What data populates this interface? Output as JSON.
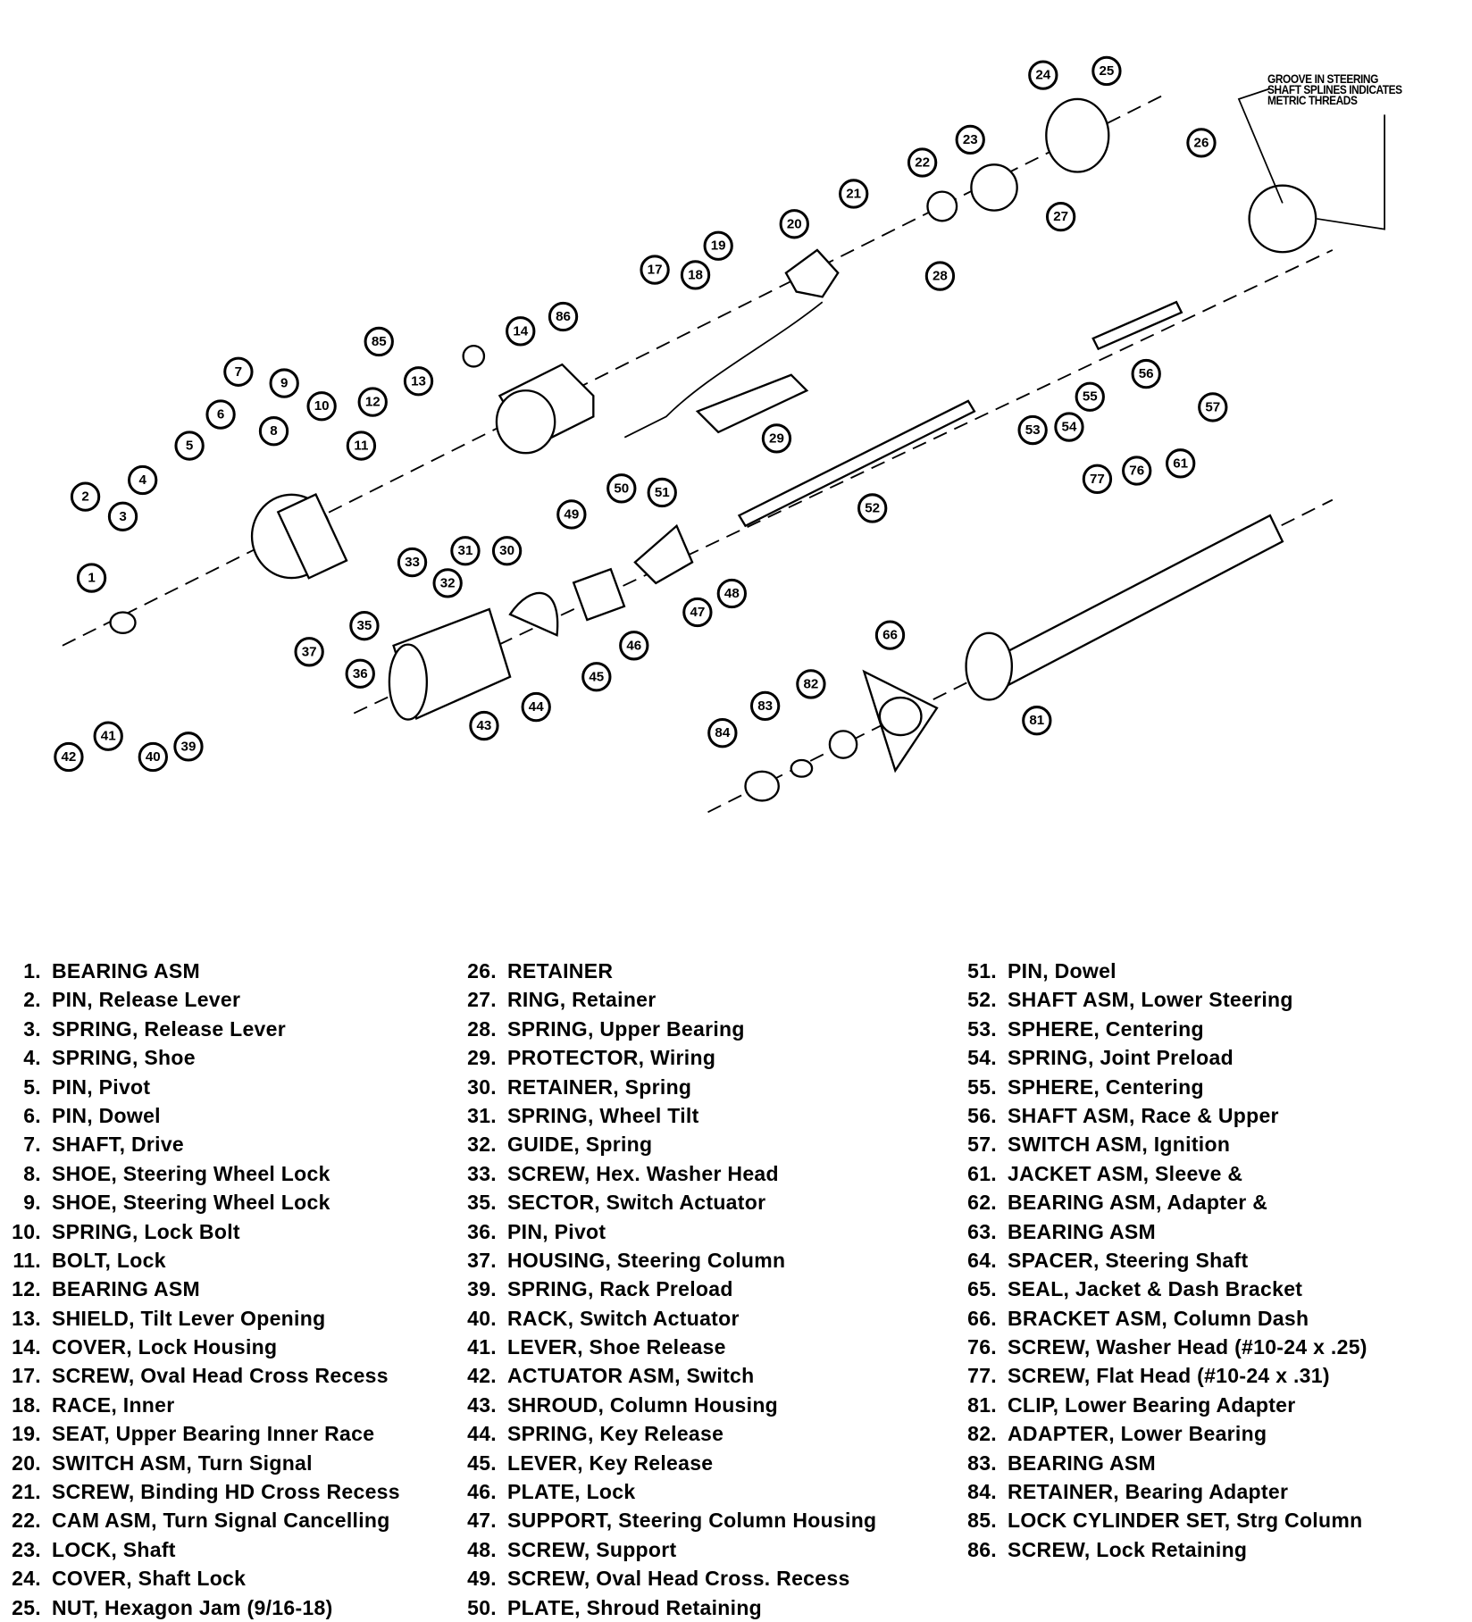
{
  "note": [
    "GROOVE IN STEERING",
    "SHAFT SPLINES INDICATES",
    "METRIC THREADS"
  ],
  "callouts": [
    "1",
    "2",
    "3",
    "4",
    "5",
    "6",
    "7",
    "8",
    "9",
    "10",
    "11",
    "12",
    "13",
    "14",
    "85",
    "86",
    "17",
    "18",
    "19",
    "20",
    "21",
    "22",
    "23",
    "24",
    "25",
    "26",
    "27",
    "28",
    "29",
    "30",
    "31",
    "32",
    "33",
    "35",
    "36",
    "37",
    "39",
    "40",
    "41",
    "42",
    "43",
    "44",
    "45",
    "46",
    "47",
    "48",
    "49",
    "50",
    "51",
    "52",
    "53",
    "54",
    "55",
    "56",
    "57",
    "61",
    "76",
    "77",
    "66",
    "81",
    "82",
    "83",
    "84"
  ],
  "legend": [
    [
      {
        "n": "1.",
        "t": "BEARING ASM"
      },
      {
        "n": "2.",
        "t": "PIN, Release Lever"
      },
      {
        "n": "3.",
        "t": "SPRING, Release  Lever"
      },
      {
        "n": "4.",
        "t": "SPRING, Shoe"
      },
      {
        "n": "5.",
        "t": "PIN, Pivot"
      },
      {
        "n": "6.",
        "t": "PIN, Dowel"
      },
      {
        "n": "7.",
        "t": "SHAFT, Drive"
      },
      {
        "n": "8.",
        "t": "SHOE, Steering Wheel Lock"
      },
      {
        "n": "9.",
        "t": "SHOE, Steering Wheel Lock"
      },
      {
        "n": "10.",
        "t": "SPRING, Lock Bolt"
      },
      {
        "n": "11.",
        "t": "BOLT, Lock"
      },
      {
        "n": "12.",
        "t": "BEARING ASM"
      },
      {
        "n": "13.",
        "t": "SHIELD, Tilt Lever Opening"
      },
      {
        "n": "14.",
        "t": "COVER, Lock Housing"
      },
      {
        "n": "17.",
        "t": "SCREW, Oval Head Cross Recess"
      },
      {
        "n": "18.",
        "t": "RACE, Inner"
      },
      {
        "n": "19.",
        "t": "SEAT, Upper Bearing Inner Race"
      },
      {
        "n": "20.",
        "t": "SWITCH ASM, Turn Signal"
      },
      {
        "n": "21.",
        "t": "SCREW, Binding HD Cross Recess"
      },
      {
        "n": "22.",
        "t": "CAM ASM, Turn Signal Cancelling"
      },
      {
        "n": "23.",
        "t": "LOCK, Shaft"
      },
      {
        "n": "24.",
        "t": "COVER, Shaft Lock"
      },
      {
        "n": "25.",
        "t": "NUT, Hexagon Jam (9/16-18)"
      }
    ],
    [
      {
        "n": "26.",
        "t": "RETAINER"
      },
      {
        "n": "27.",
        "t": "RING, Retainer"
      },
      {
        "n": "28.",
        "t": "SPRING, Upper Bearing"
      },
      {
        "n": "29.",
        "t": "PROTECTOR, Wiring"
      },
      {
        "n": "30.",
        "t": "RETAINER, Spring"
      },
      {
        "n": "31.",
        "t": "SPRING, Wheel Tilt"
      },
      {
        "n": "32.",
        "t": "GUIDE, Spring"
      },
      {
        "n": "33.",
        "t": "SCREW, Hex. Washer Head"
      },
      {
        "n": "35.",
        "t": "SECTOR, Switch Actuator"
      },
      {
        "n": "36.",
        "t": "PIN, Pivot"
      },
      {
        "n": "37.",
        "t": "HOUSING, Steering Column"
      },
      {
        "n": "39.",
        "t": "SPRING, Rack Preload"
      },
      {
        "n": "40.",
        "t": "RACK, Switch Actuator"
      },
      {
        "n": "41.",
        "t": "LEVER, Shoe Release"
      },
      {
        "n": "42.",
        "t": "ACTUATOR ASM, Switch"
      },
      {
        "n": "43.",
        "t": "SHROUD, Column Housing"
      },
      {
        "n": "44.",
        "t": "SPRING, Key Release"
      },
      {
        "n": "45.",
        "t": "LEVER, Key Release"
      },
      {
        "n": "46.",
        "t": "PLATE, Lock"
      },
      {
        "n": "47.",
        "t": "SUPPORT, Steering Column Housing"
      },
      {
        "n": "48.",
        "t": "SCREW, Support"
      },
      {
        "n": "49.",
        "t": "SCREW, Oval Head Cross. Recess"
      },
      {
        "n": "50.",
        "t": "PLATE, Shroud Retaining"
      }
    ],
    [
      {
        "n": "51.",
        "t": "PIN, Dowel"
      },
      {
        "n": "52.",
        "t": "SHAFT ASM, Lower Steering"
      },
      {
        "n": "53.",
        "t": "SPHERE, Centering"
      },
      {
        "n": "54.",
        "t": "SPRING, Joint Preload"
      },
      {
        "n": "55.",
        "t": "SPHERE, Centering"
      },
      {
        "n": "56.",
        "t": "SHAFT ASM, Race & Upper"
      },
      {
        "n": "57.",
        "t": "SWITCH ASM, Ignition"
      },
      {
        "n": "61.",
        "t": "JACKET ASM, Sleeve &"
      },
      {
        "n": "62.",
        "t": "BEARING ASM, Adapter &"
      },
      {
        "n": "63.",
        "t": "BEARING ASM"
      },
      {
        "n": "64.",
        "t": "SPACER, Steering Shaft"
      },
      {
        "n": "65.",
        "t": "SEAL, Jacket & Dash Bracket"
      },
      {
        "n": "66.",
        "t": "BRACKET ASM, Column Dash"
      },
      {
        "n": "76.",
        "t": "SCREW, Washer Head (#10-24 x .25)"
      },
      {
        "n": "77.",
        "t": "SCREW, Flat Head (#10-24 x .31)"
      },
      {
        "n": "81.",
        "t": "CLIP, Lower Bearing Adapter"
      },
      {
        "n": "82.",
        "t": "ADAPTER, Lower Bearing"
      },
      {
        "n": "83.",
        "t": "BEARING ASM"
      },
      {
        "n": "84.",
        "t": "RETAINER, Bearing Adapter"
      },
      {
        "n": "85.",
        "t": "LOCK CYLINDER SET, Strg Column"
      },
      {
        "n": "86.",
        "t": "SCREW, Lock Retaining"
      }
    ]
  ]
}
